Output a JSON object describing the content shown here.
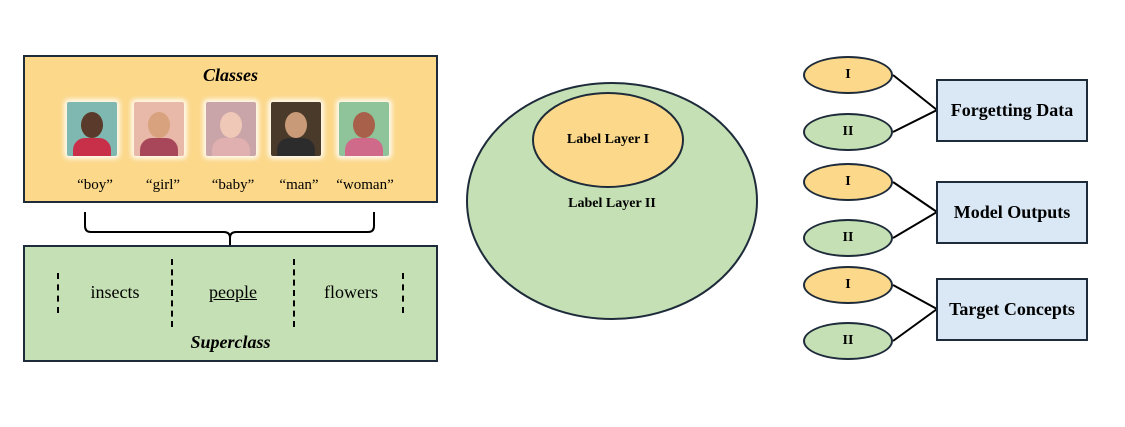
{
  "left_panel": {
    "classes_title": "Classes",
    "class_labels": [
      "“boy”",
      "“girl”",
      "“baby”",
      "“man”",
      "“woman”"
    ],
    "superclass_title": "Superclass",
    "superclass_words": [
      "insects",
      "people",
      "flowers"
    ]
  },
  "middle_panel": {
    "inner_label": "Label Layer I",
    "outer_label": "Label Layer II"
  },
  "right_panel": {
    "groups": [
      {
        "label": "Forgetting Data",
        "oval_top": "I",
        "oval_bottom": "II"
      },
      {
        "label": "Model Outputs",
        "oval_top": "I",
        "oval_bottom": "II"
      },
      {
        "label": "Target Concepts",
        "oval_top": "I",
        "oval_bottom": "II"
      }
    ]
  },
  "colors": {
    "yellow_fill": "#fbd88a",
    "green_fill": "#c5e0b4",
    "blue_fill": "#dae8f5",
    "border": "#1e2b3a"
  }
}
